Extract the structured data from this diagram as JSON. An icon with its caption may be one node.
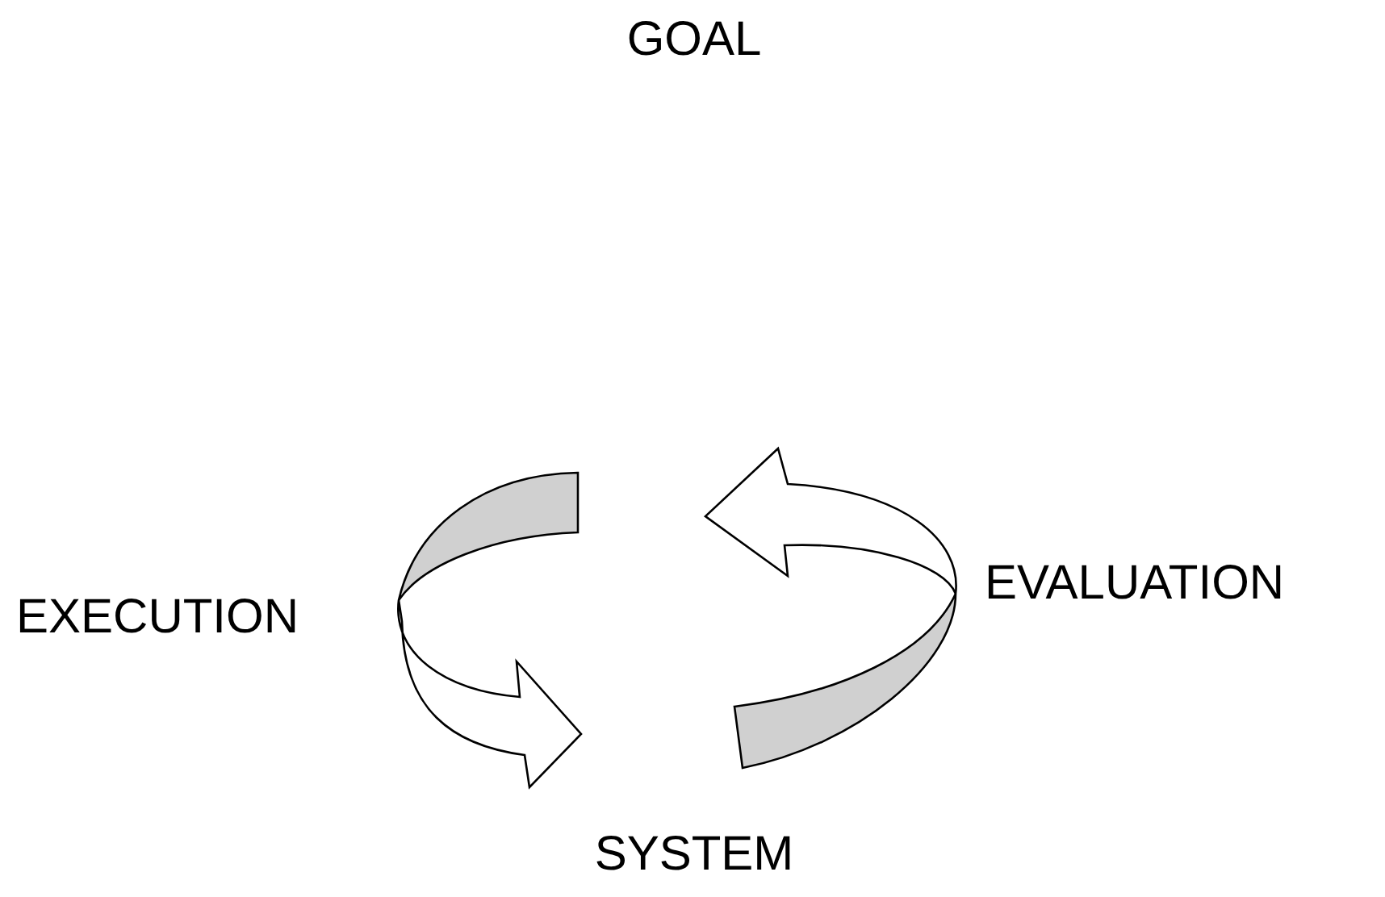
{
  "diagram": {
    "labels": [
      "GOAL",
      "EXECUTION",
      "EVALUATION",
      "SYSTEM"
    ]
  }
}
